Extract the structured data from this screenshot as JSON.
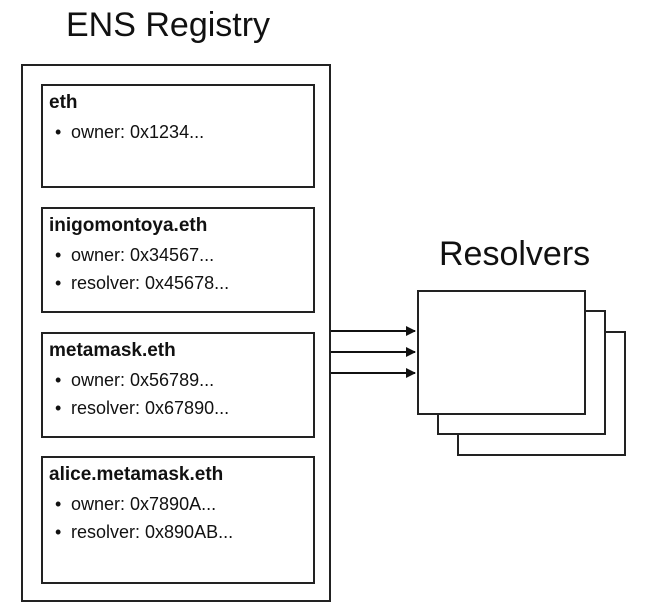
{
  "registry": {
    "title": "ENS Registry",
    "entries": [
      {
        "name": "eth",
        "fields": [
          "owner: 0x1234..."
        ]
      },
      {
        "name": "inigomontoya.eth",
        "fields": [
          "owner: 0x34567...",
          "resolver: 0x45678..."
        ]
      },
      {
        "name": "metamask.eth",
        "fields": [
          "owner: 0x56789...",
          "resolver: 0x67890..."
        ]
      },
      {
        "name": "alice.metamask.eth",
        "fields": [
          "owner: 0x7890A...",
          "resolver: 0x890AB..."
        ]
      }
    ]
  },
  "resolvers": {
    "title": "Resolvers"
  }
}
